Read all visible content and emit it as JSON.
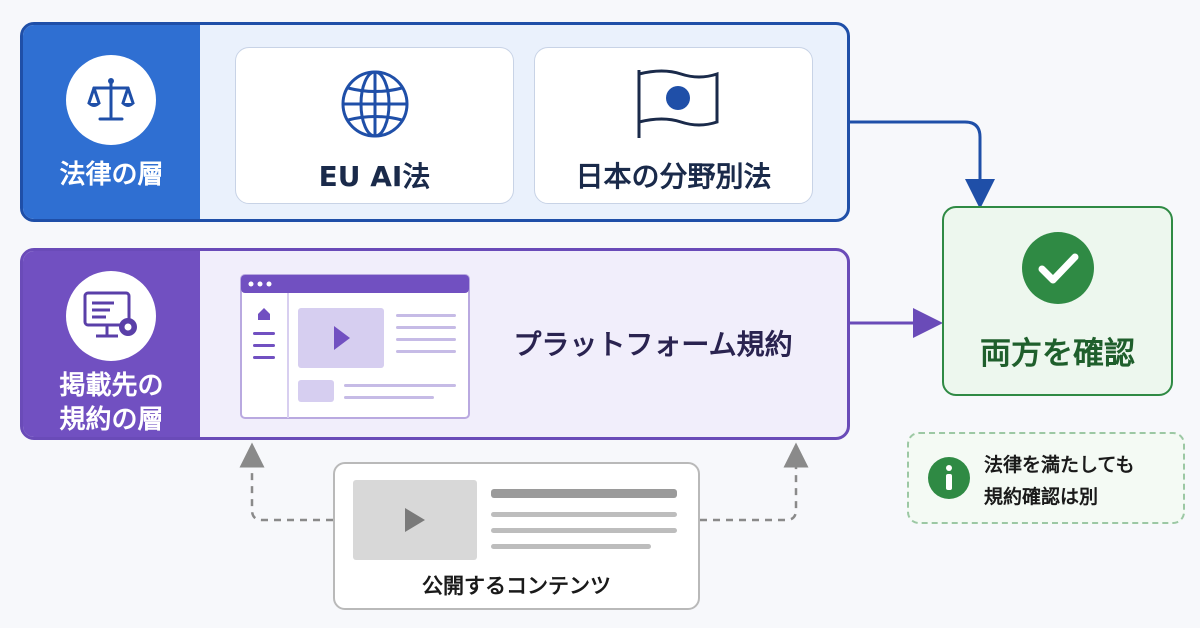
{
  "legal_layer": {
    "label": "法律の層",
    "icon": "scales-icon",
    "cards": [
      {
        "label": "EU AI法",
        "icon": "globe-icon"
      },
      {
        "label": "日本の分野別法",
        "icon": "japan-flag-icon"
      }
    ]
  },
  "platform_layer": {
    "label_line1": "掲載先の",
    "label_line2": "規約の層",
    "icon": "monitor-settings-icon",
    "card_label": "プラットフォーム規約"
  },
  "result": {
    "label": "両方を確認",
    "icon": "check-circle-icon"
  },
  "note": {
    "line1": "法律を満たしても",
    "line2": "規約確認は別",
    "icon": "info-icon"
  },
  "content": {
    "label": "公開するコンテンツ",
    "icon": "video-thumbnail-icon"
  },
  "colors": {
    "legal": "#2f6fd2",
    "legal_border": "#1f4fa8",
    "platform": "#7150c1",
    "result": "#2f8a44",
    "arrow_gray": "#8a8a8a"
  }
}
